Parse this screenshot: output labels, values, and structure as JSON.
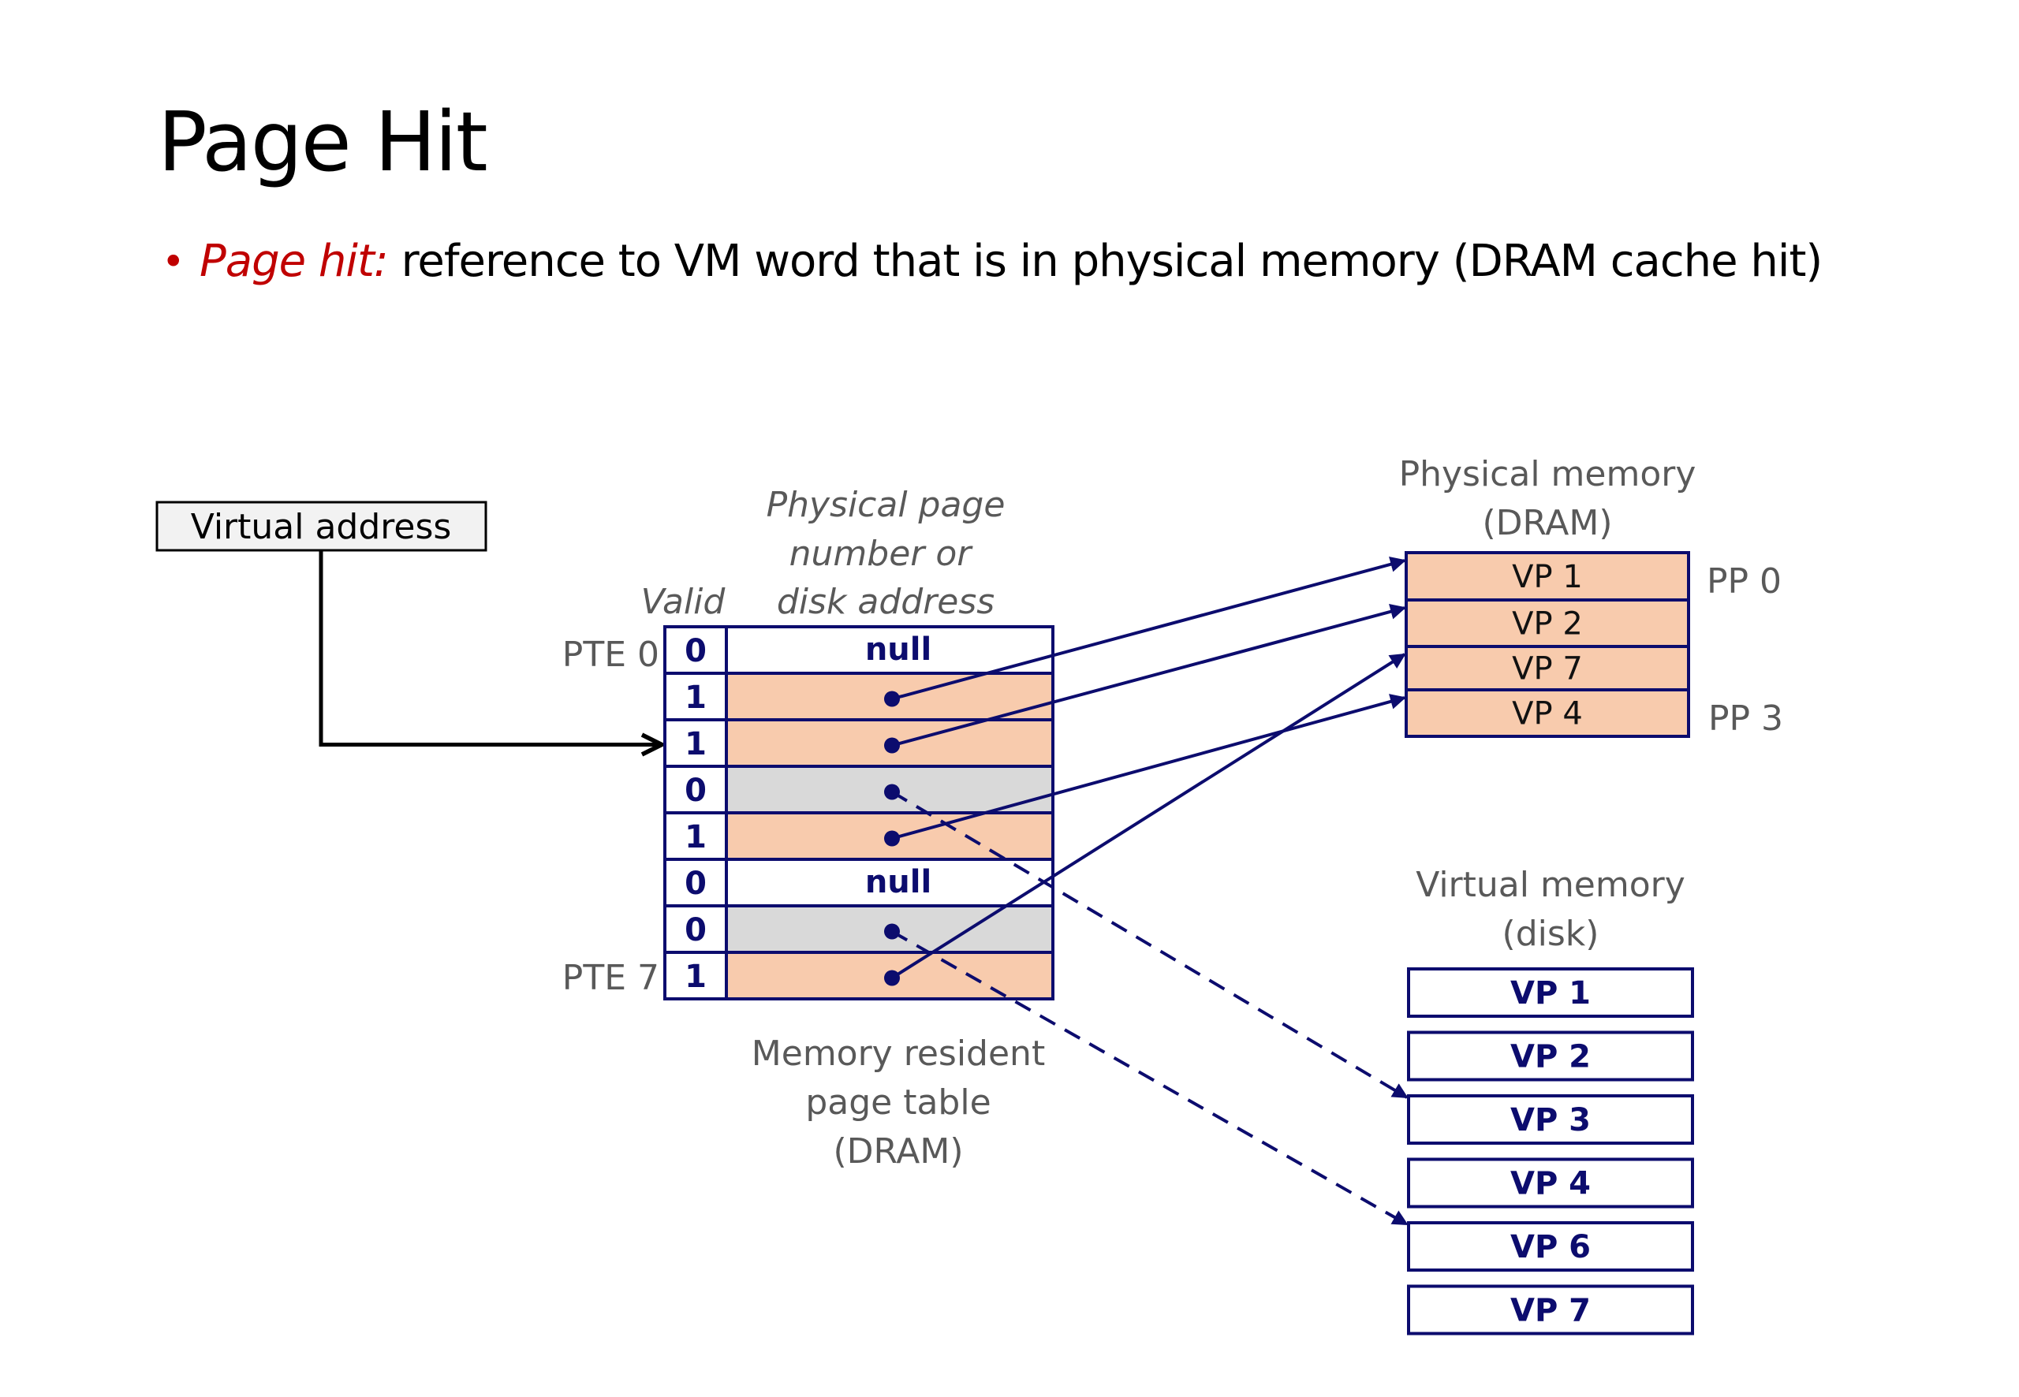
{
  "slide": {
    "title": "Page Hit",
    "bullet": {
      "marker": "•",
      "term": "Page hit:",
      "text": " reference to VM word that is in physical memory (DRAM cache hit)"
    }
  },
  "colors": {
    "navy": "#0c0c6e",
    "resident_fill": "#f8cbad",
    "disk_ref_fill": "#d9d9d9",
    "empty_fill": "#ffffff",
    "label_gray": "#595959",
    "accent_red": "#c00000",
    "va_box_fill": "#f2f2f2"
  },
  "virtual_address": {
    "label": "Virtual address",
    "points_to_pte": 2
  },
  "page_table": {
    "header_valid": "Valid",
    "header_ppn": [
      "Physical page",
      "number or",
      "disk address"
    ],
    "caption": [
      "Memory resident",
      "page table",
      "(DRAM)"
    ],
    "first_label": "PTE 0",
    "last_label": "PTE 7",
    "null_text": "null",
    "entries": [
      {
        "pte": 0,
        "valid": "0",
        "kind": "null"
      },
      {
        "pte": 1,
        "valid": "1",
        "kind": "physical",
        "target": "VP 1"
      },
      {
        "pte": 2,
        "valid": "1",
        "kind": "physical",
        "target": "VP 2"
      },
      {
        "pte": 3,
        "valid": "0",
        "kind": "disk",
        "target": "VP 3"
      },
      {
        "pte": 4,
        "valid": "1",
        "kind": "physical",
        "target": "VP 4"
      },
      {
        "pte": 5,
        "valid": "0",
        "kind": "null"
      },
      {
        "pte": 6,
        "valid": "0",
        "kind": "disk",
        "target": "VP 6"
      },
      {
        "pte": 7,
        "valid": "1",
        "kind": "physical",
        "target": "VP 7"
      }
    ]
  },
  "physical_memory": {
    "title": [
      "Physical memory",
      "(DRAM)"
    ],
    "pages": [
      "VP 1",
      "VP 2",
      "VP 7",
      "VP 4"
    ],
    "first_label": "PP 0",
    "last_label": "PP 3"
  },
  "virtual_memory": {
    "title": [
      "Virtual memory",
      "(disk)"
    ],
    "pages": [
      "VP 1",
      "VP 2",
      "VP 3",
      "VP 4",
      "VP 6",
      "VP 7"
    ]
  }
}
